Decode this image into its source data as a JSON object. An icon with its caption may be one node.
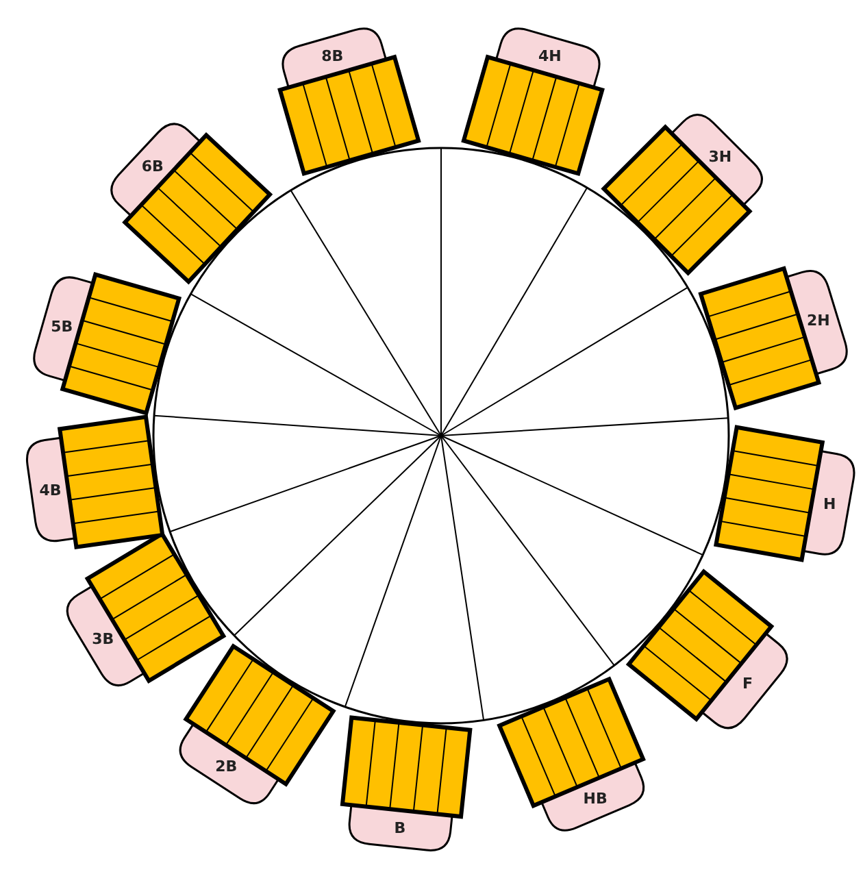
{
  "diagram": {
    "nodes": [
      {
        "text": [
          "8B"
        ]
      },
      {
        "text": [
          "4H"
        ]
      },
      {
        "text": [
          "3H"
        ]
      },
      {
        "text": [
          "2H"
        ]
      },
      {
        "text": [
          "H"
        ]
      },
      {
        "text": [
          "F"
        ]
      },
      {
        "text": [
          "HB"
        ]
      },
      {
        "text": [
          "B"
        ]
      },
      {
        "text": [
          "2B"
        ]
      },
      {
        "text": [
          "3B"
        ]
      },
      {
        "text": [
          "4B"
        ]
      },
      {
        "text": [
          "5B"
        ]
      },
      {
        "text": [
          "6B"
        ]
      }
    ]
  }
}
